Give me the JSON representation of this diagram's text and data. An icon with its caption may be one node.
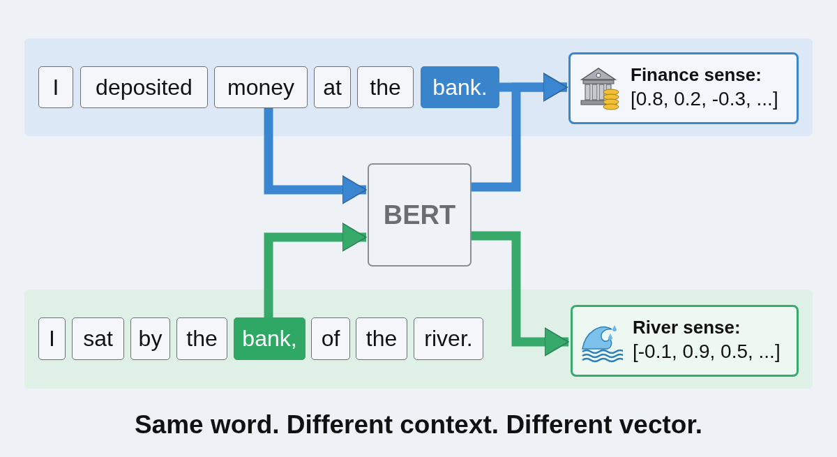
{
  "diagram": {
    "caption": "Same word. Different context. Different vector.",
    "nodes": [
      {
        "text": [],
        "shape": "box"
      },
      {
        "text": [
          "I"
        ],
        "in": 0
      },
      {
        "text": [
          "deposited"
        ],
        "in": 0
      },
      {
        "text": [
          "money"
        ],
        "in": 0
      },
      {
        "text": [
          "at"
        ],
        "in": 0
      },
      {
        "text": [
          "the"
        ],
        "in": 0
      },
      {
        "text": [
          "bank."
        ],
        "in": 0
      },
      {
        "text": [
          "Finance sense:",
          "[0.8, 0.2, -0.3, ...]"
        ],
        "in": 0
      },
      {
        "text": [
          "BERT"
        ]
      },
      {
        "text": [],
        "shape": "box"
      },
      {
        "text": [
          "I"
        ],
        "in": 9
      },
      {
        "text": [
          "sat"
        ],
        "in": 9
      },
      {
        "text": [
          "by"
        ],
        "in": 9
      },
      {
        "text": [
          "the"
        ],
        "in": 9
      },
      {
        "text": [
          "bank,"
        ],
        "in": 9
      },
      {
        "text": [
          "of"
        ],
        "in": 9
      },
      {
        "text": [
          "the"
        ],
        "in": 9
      },
      {
        "text": [
          "river."
        ],
        "in": 9
      },
      {
        "text": [
          "River sense:",
          "[-0.1, 0.9, 0.5, ...]"
        ],
        "in": 9
      }
    ],
    "edges": [
      {
        "from": 3,
        "to": 8,
        "arrow": "to"
      },
      {
        "from": 6,
        "to": 7,
        "arrow": "to"
      },
      {
        "from": 8,
        "to": 7,
        "arrow": "to"
      },
      {
        "from": 14,
        "to": 8,
        "arrow": "to",
        "color": "#36a96b"
      },
      {
        "from": 8,
        "to": 18,
        "arrow": "to",
        "color": "#36a96b"
      }
    ]
  }
}
